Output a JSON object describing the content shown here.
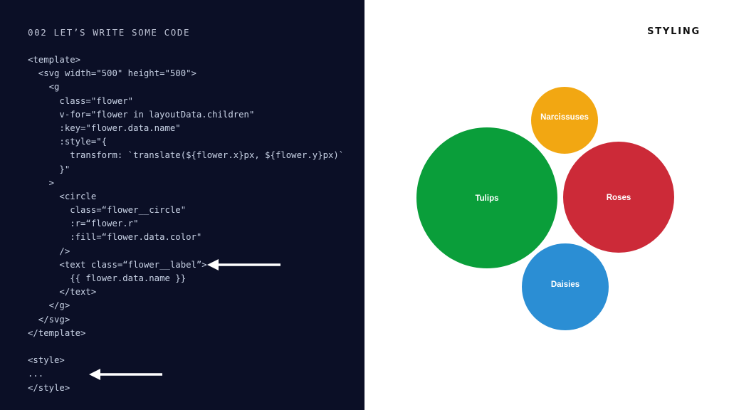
{
  "header": {
    "section_label": "002 LET’S WRITE SOME CODE",
    "slide_title": "STYLING"
  },
  "code": {
    "lines": [
      "<template>",
      "  <svg width=\"500\" height=\"500\">",
      "    <g",
      "      class=\"flower\"",
      "      v-for=\"flower in layoutData.children\"",
      "      :key=\"flower.data.name\"",
      "      :style=\"{",
      "        transform: `translate(${flower.x}px, ${flower.y}px)`",
      "      }\"",
      "    >",
      "      <circle",
      "        class=“flower__circle\"",
      "        :r=“flower.r\"",
      "        :fill=“flower.data.color\"",
      "      />",
      "      <text class=“flower__label”>",
      "        {{ flower.data.name }}",
      "      </text>",
      "    </g>",
      "  </svg>",
      "</template>",
      "",
      "<style>",
      "...",
      "</style>"
    ]
  },
  "flowers": [
    {
      "name": "Tulips",
      "color": "#0a9e3a"
    },
    {
      "name": "Roses",
      "color": "#cc2a38"
    },
    {
      "name": "Narcissuses",
      "color": "#f2a712"
    },
    {
      "name": "Daisies",
      "color": "#2b8ed4"
    }
  ],
  "colors": {
    "code_background": "#0b0f26",
    "code_text": "#c9d3e6",
    "arrow": "#ffffff"
  }
}
